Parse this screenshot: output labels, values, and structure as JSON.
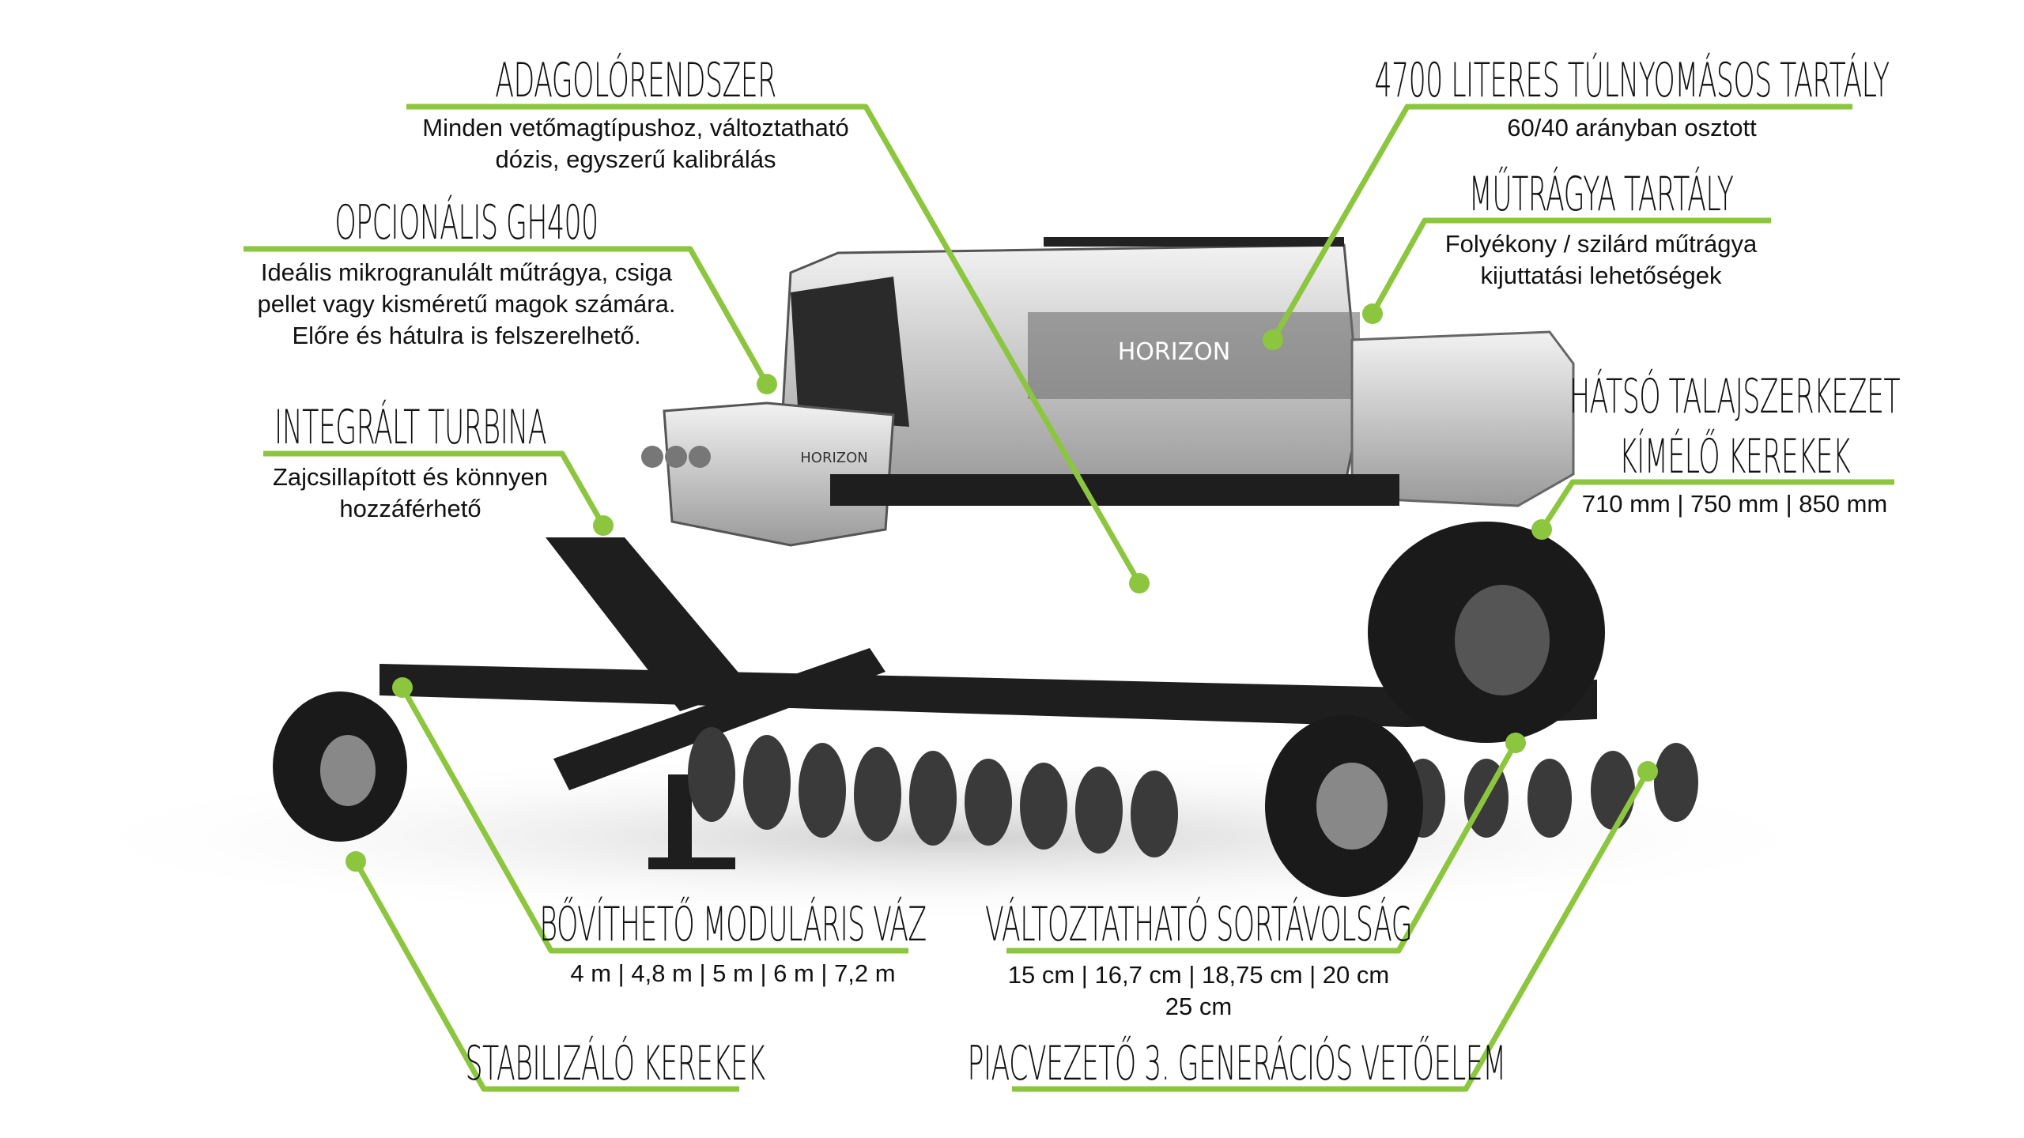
{
  "accent_color": "#8cc63f",
  "brand_label": "HORIZON",
  "hopper_label": "HORIZON",
  "callouts": {
    "metering": {
      "title": "ADAGOLÓRENDSZER",
      "lines": [
        "Minden vetőmagtípushoz, változtatható",
        "dózis, egyszerű kalibrálás"
      ]
    },
    "gh400": {
      "title": "OPCIONÁLIS GH400",
      "lines": [
        "Ideális mikrogranulált műtrágya, csiga",
        "pellet vagy kisméretű magok számára.",
        "Előre és hátulra is felszerelhető."
      ]
    },
    "turbine": {
      "title": "INTEGRÁLT TURBINA",
      "lines": [
        "Zajcsillapított és könnyen",
        "hozzáférhető"
      ]
    },
    "tank": {
      "title": "4700 LITERES TÚLNYOMÁSOS TARTÁLY",
      "lines": [
        "60/40 arányban osztott"
      ]
    },
    "fert_tank": {
      "title": "MŰTRÁGYA TARTÁLY",
      "lines": [
        "Folyékony / szilárd műtrágya",
        "kijuttatási lehetőségek"
      ]
    },
    "rear_wheels": {
      "title_lines": [
        "HÁTSÓ TALAJSZERKEZET",
        "KÍMÉLŐ KEREKEK"
      ],
      "lines": [
        "710 mm | 750 mm | 850 mm"
      ]
    },
    "frame": {
      "title": "BŐVÍTHETŐ MODULÁRIS VÁZ",
      "lines": [
        "4 m | 4,8 m | 5 m | 6 m | 7,2 m"
      ]
    },
    "stabilizer": {
      "title": "STABILIZÁLÓ KEREKEK"
    },
    "row_spacing": {
      "title": "VÁLTOZTATHATÓ SORTÁVOLSÁG",
      "lines": [
        "15 cm | 16,7 cm | 18,75 cm | 20 cm",
        "25 cm"
      ]
    },
    "seeding_unit": {
      "title": "PIACVEZETŐ 3. GENERÁCIÓS VETŐELEM"
    }
  }
}
